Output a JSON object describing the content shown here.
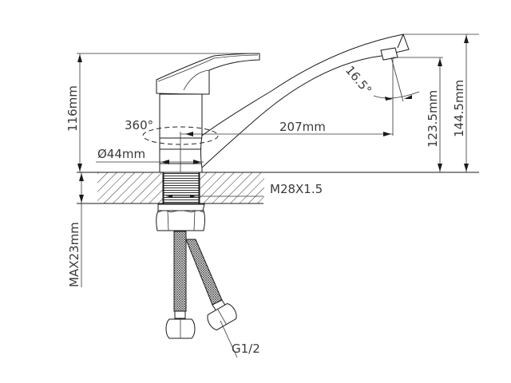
{
  "drawing": {
    "title": "Kitchen faucet dimension drawing",
    "line_color": "#1a1a1a",
    "label_color": "#3a3a3a",
    "background": "#ffffff"
  },
  "dimensions": {
    "height_lever": "116mm",
    "rotation": "360°",
    "base_diameter": "Ø44mm",
    "spout_reach": "207mm",
    "spout_angle": "16.5°",
    "spout_outlet_height": "123.5mm",
    "total_height": "144.5mm",
    "thread": "M28X1.5",
    "max_countertop": "MAX23mm",
    "hose_connection": "G1/2"
  }
}
